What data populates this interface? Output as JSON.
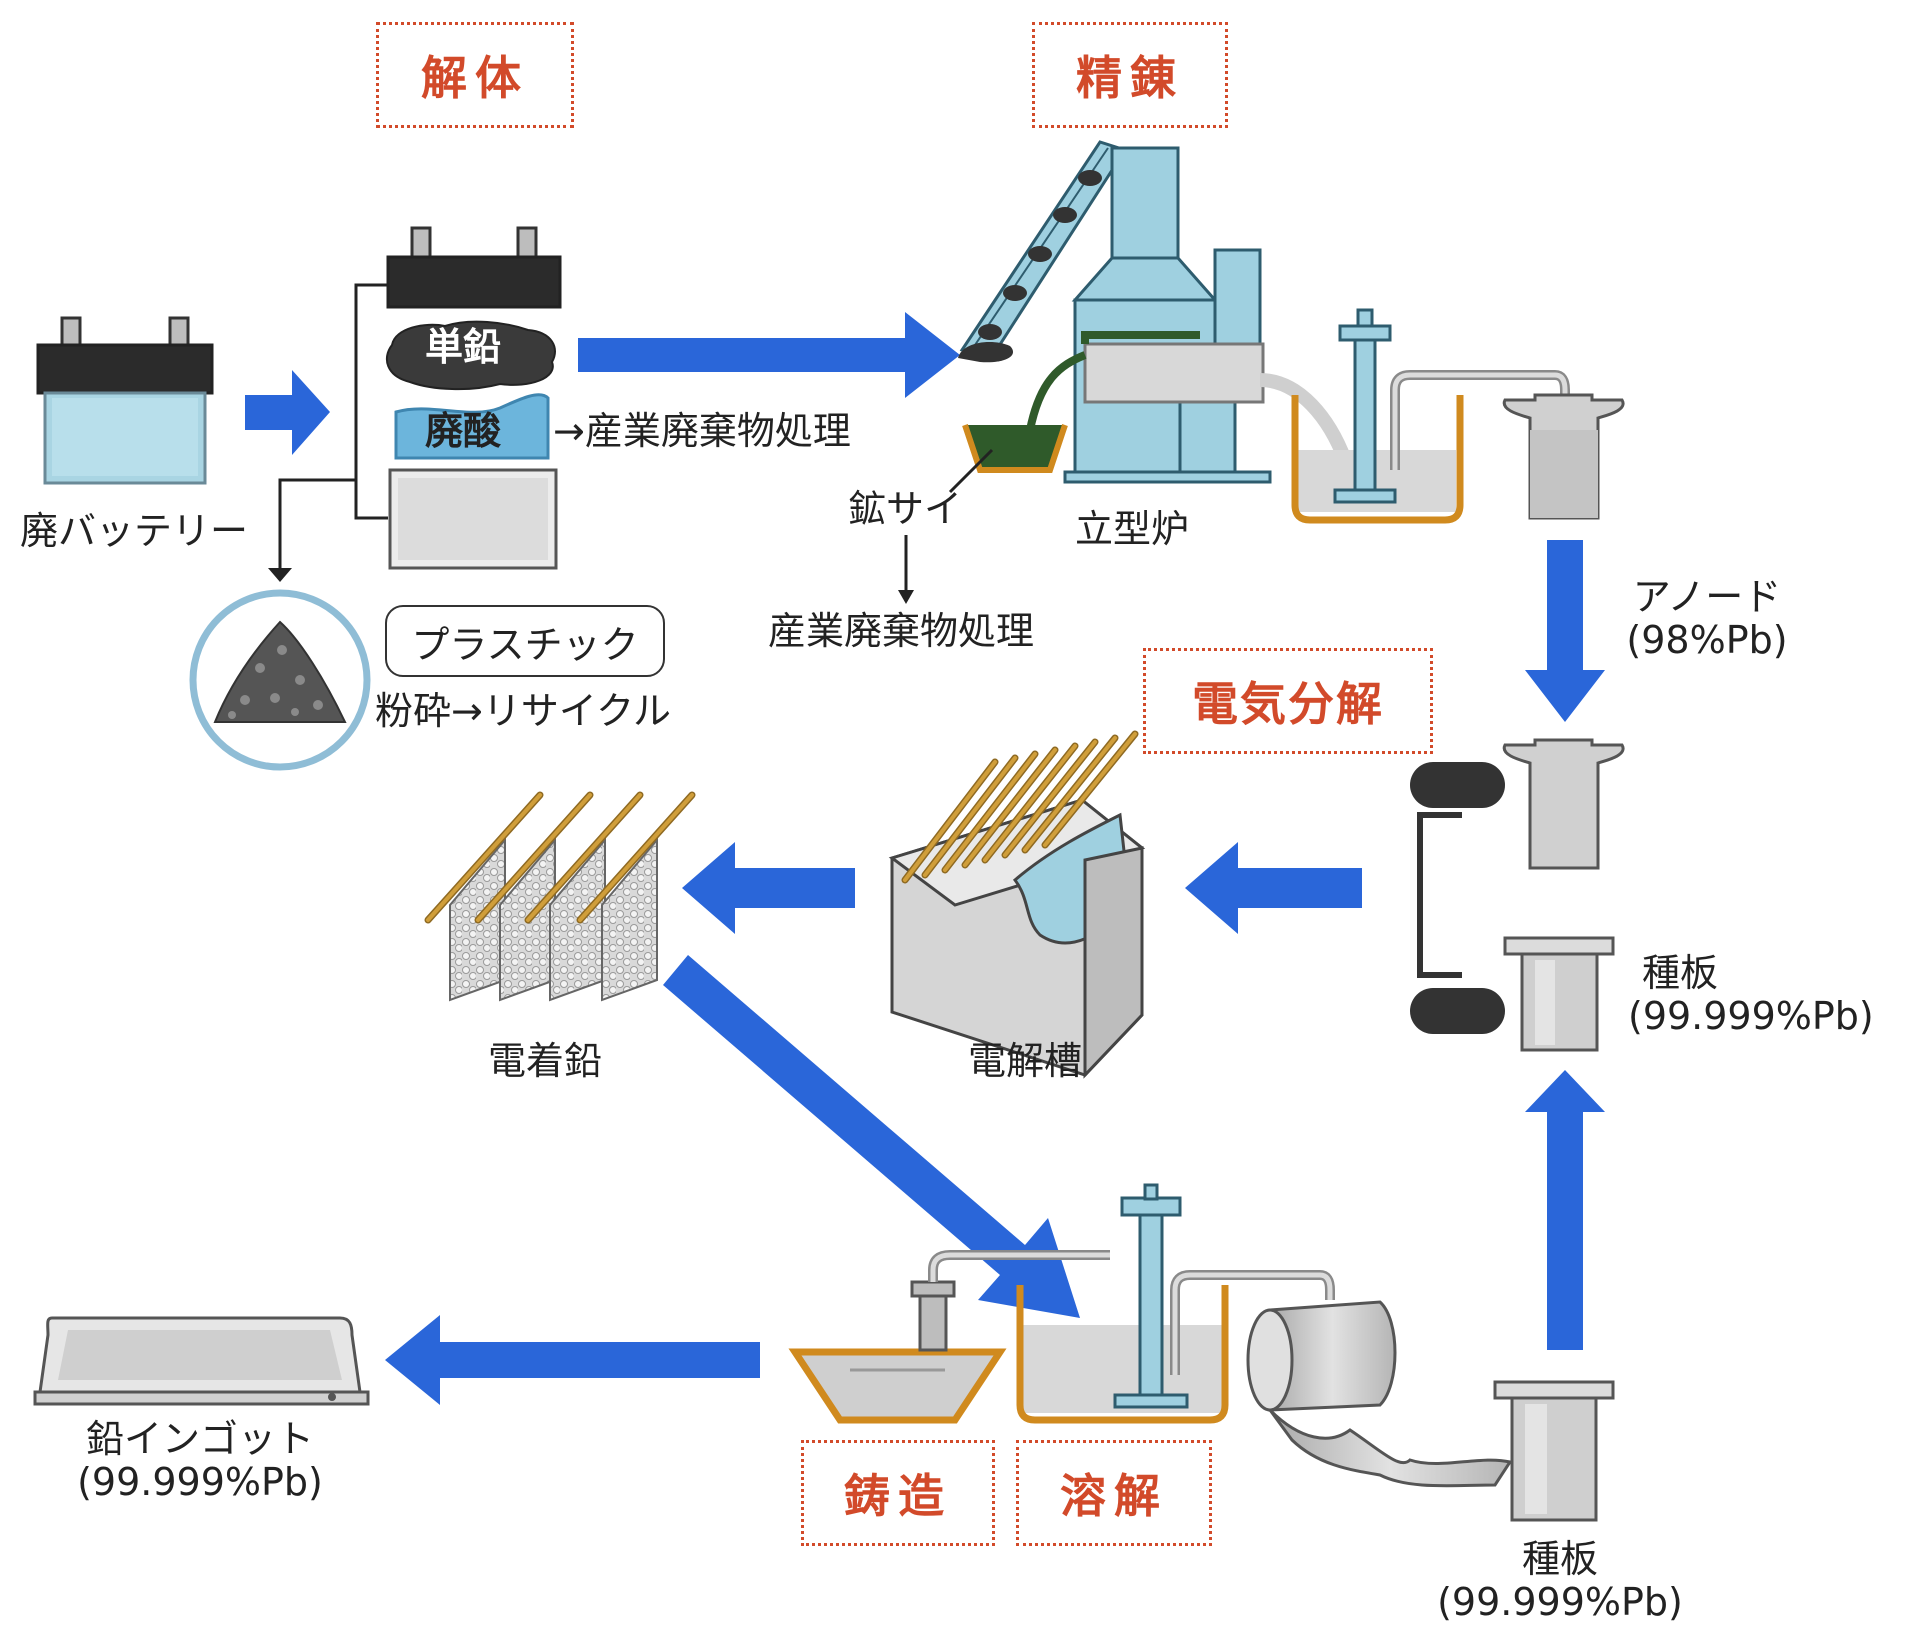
{
  "stages": {
    "dismantle": "解体",
    "refine": "精錬",
    "electrolysis": "電気分解",
    "casting": "鋳造",
    "melting": "溶解"
  },
  "labels": {
    "waste_battery": "廃バッテリー",
    "lead": "単鉛",
    "waste_acid": "廃酸",
    "industrial_waste_1": "→産業廃棄物処理",
    "plastic": "プラスチック",
    "crush_recycle": "粉砕→リサイクル",
    "slag": "鉱サイ",
    "industrial_waste_2": "産業廃棄物処理",
    "shaft_furnace": "立型炉",
    "anode_name": "アノード",
    "anode_purity": "(98%Pb)",
    "seed_plate_right_name": "種板",
    "seed_plate_right_purity": "(99.999%Pb)",
    "electrolytic_tank": "電解槽",
    "electrodeposited_lead": "電着鉛",
    "lead_ingot_name": "鉛インゴット",
    "lead_ingot_purity": "(99.999%Pb)",
    "seed_plate_bottom_name": "種板",
    "seed_plate_bottom_purity": "(99.999%Pb)"
  },
  "colors": {
    "flow_arrow": "#2a66d9",
    "stage_text": "#d24a2a",
    "liquid_blue": "#8fc6dc",
    "vessel_orange": "#d08a1e",
    "metal_gray": "#c8c8c8",
    "battery_dark": "#2b2b2b",
    "recycle_ring": "#8fbdd6",
    "slag_green": "#2f5a2a"
  }
}
